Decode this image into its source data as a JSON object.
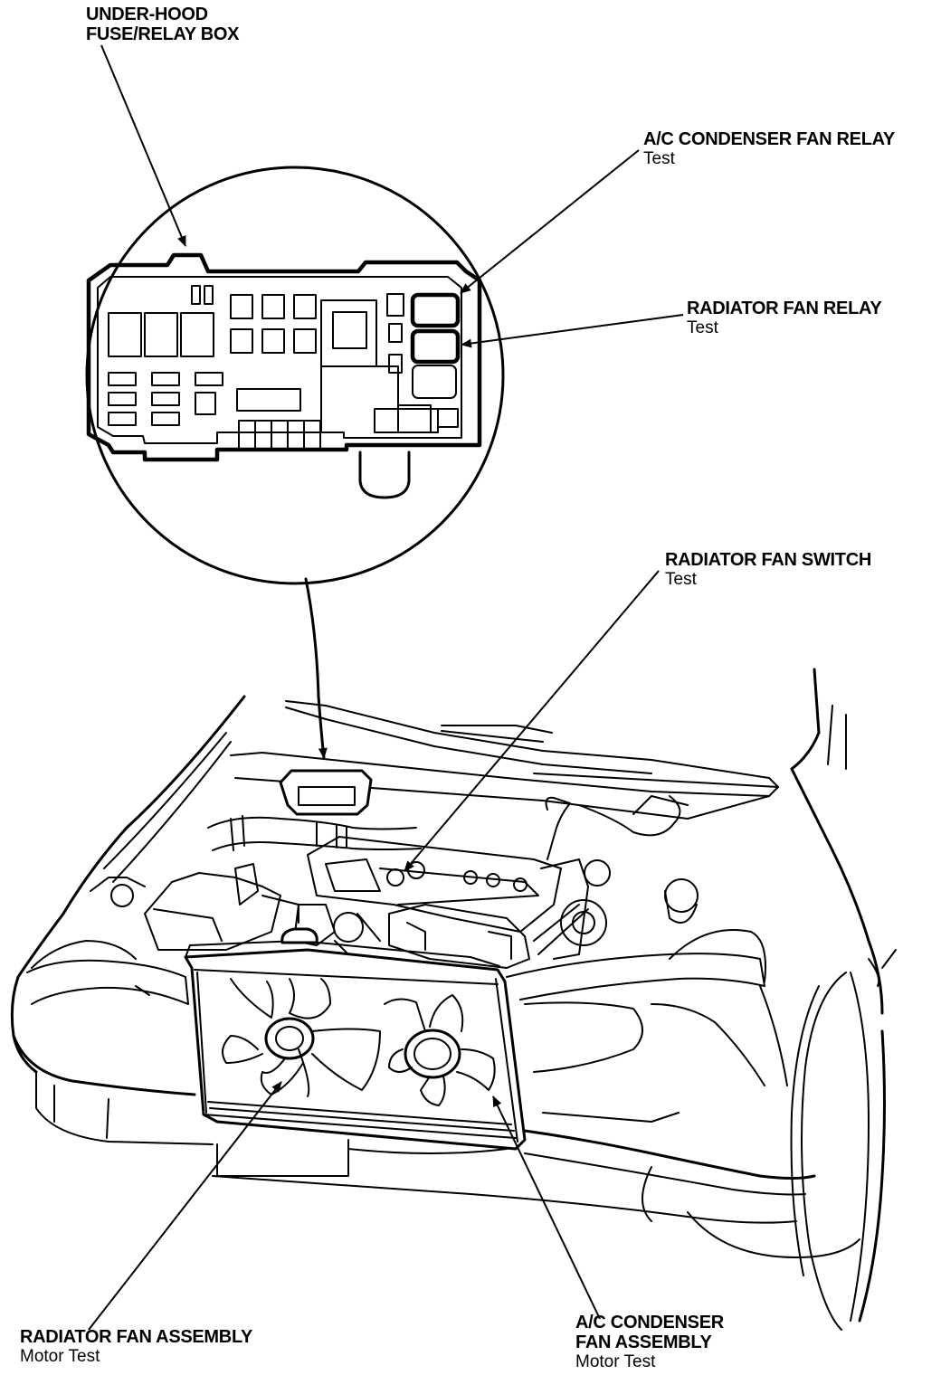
{
  "labels": {
    "fuse_box": {
      "line1": "UNDER-HOOD",
      "line2": "FUSE/RELAY BOX"
    },
    "ac_relay": {
      "title": "A/C CONDENSER FAN RELAY",
      "sub": "Test"
    },
    "rad_relay": {
      "title": "RADIATOR FAN RELAY",
      "sub": "Test"
    },
    "rad_switch": {
      "title": "RADIATOR FAN SWITCH",
      "sub": "Test"
    },
    "rad_fan": {
      "title": "RADIATOR FAN ASSEMBLY",
      "sub": "Motor Test"
    },
    "ac_fan": {
      "line1": "A/C CONDENSER",
      "line2": "FAN ASSEMBLY",
      "sub": "Motor Test"
    }
  }
}
